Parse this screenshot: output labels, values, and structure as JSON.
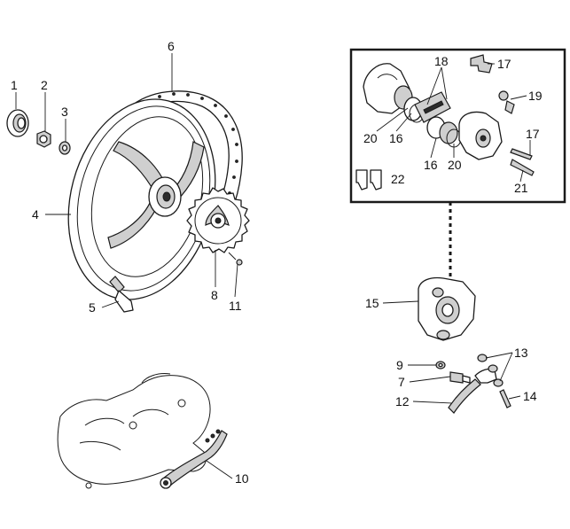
{
  "callouts": [
    {
      "id": "c1",
      "label": "1"
    },
    {
      "id": "c2",
      "label": "2"
    },
    {
      "id": "c3",
      "label": "3"
    },
    {
      "id": "c4",
      "label": "4"
    },
    {
      "id": "c5",
      "label": "5"
    },
    {
      "id": "c6",
      "label": "6"
    },
    {
      "id": "c7",
      "label": "7"
    },
    {
      "id": "c8",
      "label": "8"
    },
    {
      "id": "c9",
      "label": "9"
    },
    {
      "id": "c10",
      "label": "10"
    },
    {
      "id": "c11",
      "label": "11"
    },
    {
      "id": "c12",
      "label": "12"
    },
    {
      "id": "c13",
      "label": "13"
    },
    {
      "id": "c14",
      "label": "14"
    },
    {
      "id": "c15",
      "label": "15"
    },
    {
      "id": "c16a",
      "label": "16"
    },
    {
      "id": "c16b",
      "label": "16"
    },
    {
      "id": "c17a",
      "label": "17"
    },
    {
      "id": "c17b",
      "label": "17"
    },
    {
      "id": "c18",
      "label": "18"
    },
    {
      "id": "c19",
      "label": "19"
    },
    {
      "id": "c20a",
      "label": "20"
    },
    {
      "id": "c20b",
      "label": "20"
    },
    {
      "id": "c21",
      "label": "21"
    },
    {
      "id": "c22",
      "label": "22"
    }
  ]
}
